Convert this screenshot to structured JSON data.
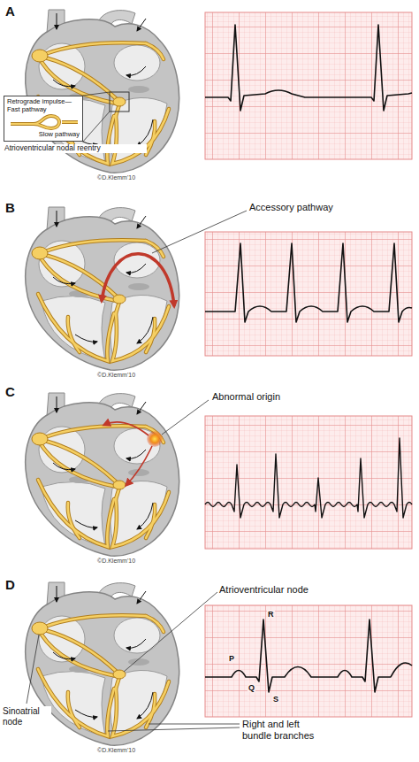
{
  "diagram": {
    "nodes": [
      {
        "text": [
          "Retrograde impulse— Fast pathway",
          "Slow pathway"
        ]
      }
    ],
    "labels": [
      "A",
      "Atrioventricular nodal reentry",
      "©D.Klemm'10",
      "B",
      "Accessory pathway",
      "©D.Klemm'10",
      "C",
      "Abnormal origin",
      "©D.Klemm'10",
      "D",
      "Atrioventricular node",
      "Sinoatrial node",
      "Right and left bundle branches",
      "R",
      "P",
      "Q",
      "S",
      "©D.Klemm'10"
    ]
  }
}
